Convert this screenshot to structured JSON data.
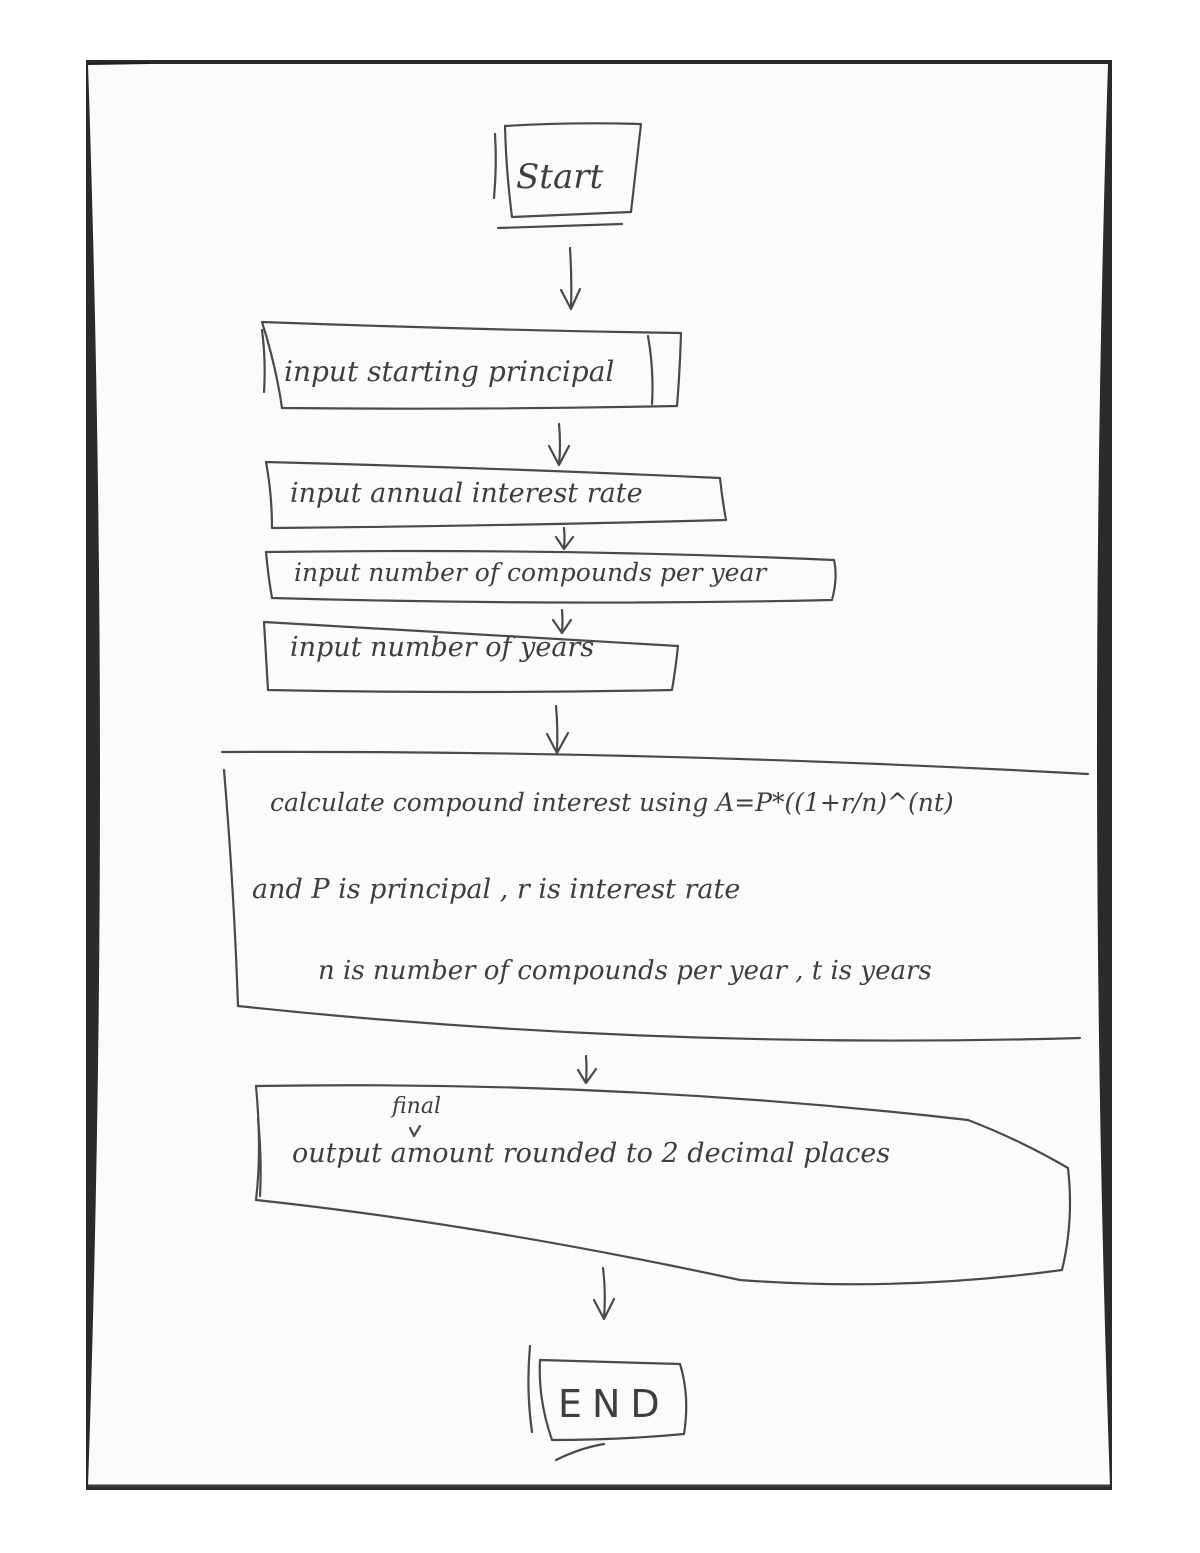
{
  "flowchart": {
    "start": "Start",
    "steps": [
      "input starting principal",
      "input annual interest rate",
      "input number of compounds per year",
      "input number of years"
    ],
    "process": {
      "line1": "calculate compound interest using A=P*((1+r/n)^(nt)",
      "line2": "and P is principal , r is interest rate",
      "line3": "n is number of compounds per year , t is years"
    },
    "output": {
      "text": "output amount rounded to 2 decimal places",
      "insert": "final"
    },
    "end": "END"
  }
}
